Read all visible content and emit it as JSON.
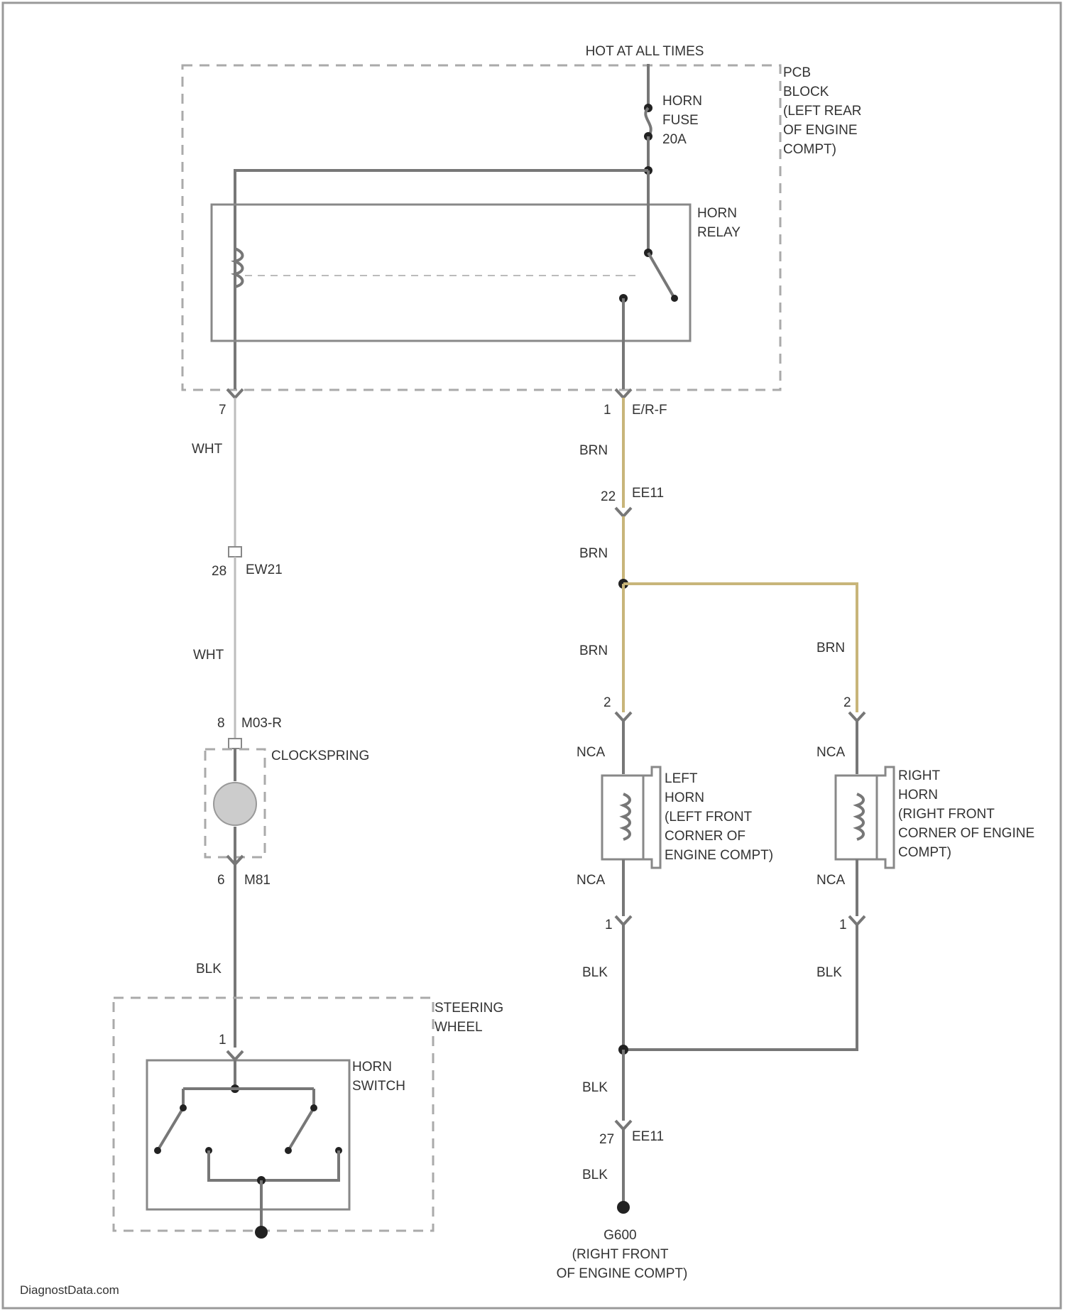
{
  "power": {
    "label": "HOT AT ALL TIMES"
  },
  "pcb": {
    "lines": [
      "PCB",
      "BLOCK",
      "(LEFT REAR",
      "OF ENGINE",
      "COMPT)"
    ]
  },
  "fuse": {
    "lines": [
      "HORN",
      "FUSE",
      "20A"
    ]
  },
  "relay": {
    "lines": [
      "HORN",
      "RELAY"
    ]
  },
  "pins": {
    "relay_left_pin": "7",
    "relay_right_pin": "1",
    "relay_right_conn": "E/R-F",
    "ee11_pin": "22",
    "ee11_conn": "EE11",
    "ew21_pin": "28",
    "ew21_conn": "EW21",
    "m03_pin": "8",
    "m03_conn": "M03-R",
    "m81_pin": "6",
    "m81_conn": "M81",
    "sw_pin": "1",
    "lhorn_top_pin": "2",
    "lhorn_bot_pin": "1",
    "rhorn_top_pin": "2",
    "rhorn_bot_pin": "1",
    "ee11_lower_pin": "27",
    "ee11_lower_conn": "EE11"
  },
  "wires": {
    "wht_upper": "WHT",
    "wht_lower": "WHT",
    "blk_left": "BLK",
    "brn_1": "BRN",
    "brn_2": "BRN",
    "brn_3": "BRN",
    "brn_4": "BRN",
    "nca_l_top": "NCA",
    "nca_l_bot": "NCA",
    "nca_r_top": "NCA",
    "nca_r_bot": "NCA",
    "blk_l": "BLK",
    "blk_r": "BLK",
    "blk_low1": "BLK",
    "blk_low2": "BLK"
  },
  "clockspring": {
    "label": "CLOCKSPRING"
  },
  "left_horn": {
    "lines": [
      "LEFT",
      "HORN",
      "(LEFT FRONT",
      "CORNER OF",
      "ENGINE COMPT)"
    ]
  },
  "right_horn": {
    "lines": [
      "RIGHT",
      "HORN",
      "(RIGHT FRONT",
      "CORNER OF ENGINE",
      "COMPT)"
    ]
  },
  "steering": {
    "lines": [
      "STEERING",
      "WHEEL"
    ]
  },
  "horn_switch": {
    "lines": [
      "HORN",
      "SWITCH"
    ]
  },
  "ground": {
    "lines": [
      "G600",
      "(RIGHT FRONT",
      "OF ENGINE COMPT)"
    ]
  },
  "footer": {
    "watermark": "DiagnostData.com"
  }
}
